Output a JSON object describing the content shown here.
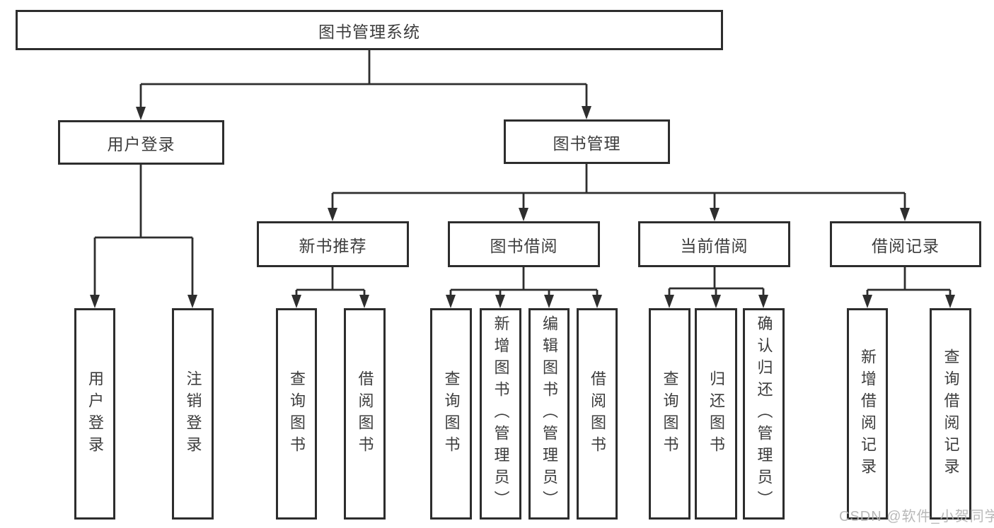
{
  "tree": {
    "label": "图书管理系统",
    "children": [
      {
        "label": "用户登录",
        "children": [
          {
            "label": "用户登录"
          },
          {
            "label": "注销登录"
          }
        ]
      },
      {
        "label": "图书管理",
        "children": [
          {
            "label": "新书推荐",
            "children": [
              {
                "label": "查询图书"
              },
              {
                "label": "借阅图书"
              }
            ]
          },
          {
            "label": "图书借阅",
            "children": [
              {
                "label": "查询图书"
              },
              {
                "label": "新增图书（管理员）"
              },
              {
                "label": "编辑图书（管理员）"
              },
              {
                "label": "借阅图书"
              }
            ]
          },
          {
            "label": "当前借阅",
            "children": [
              {
                "label": "查询图书"
              },
              {
                "label": "归还图书"
              },
              {
                "label": "确认归还（管理员）"
              }
            ]
          },
          {
            "label": "借阅记录",
            "children": [
              {
                "label": "新增借阅记录"
              },
              {
                "label": "查询借阅记录"
              }
            ]
          }
        ]
      }
    ]
  },
  "watermark": {
    "text": "CSDN @软件_小贺同学"
  },
  "colors": {
    "background": "#ffffff",
    "box_border": "#2d2d2d",
    "line": "#2e2e2e",
    "text": "#3d3d3d",
    "watermark": "#b3b3b3"
  }
}
